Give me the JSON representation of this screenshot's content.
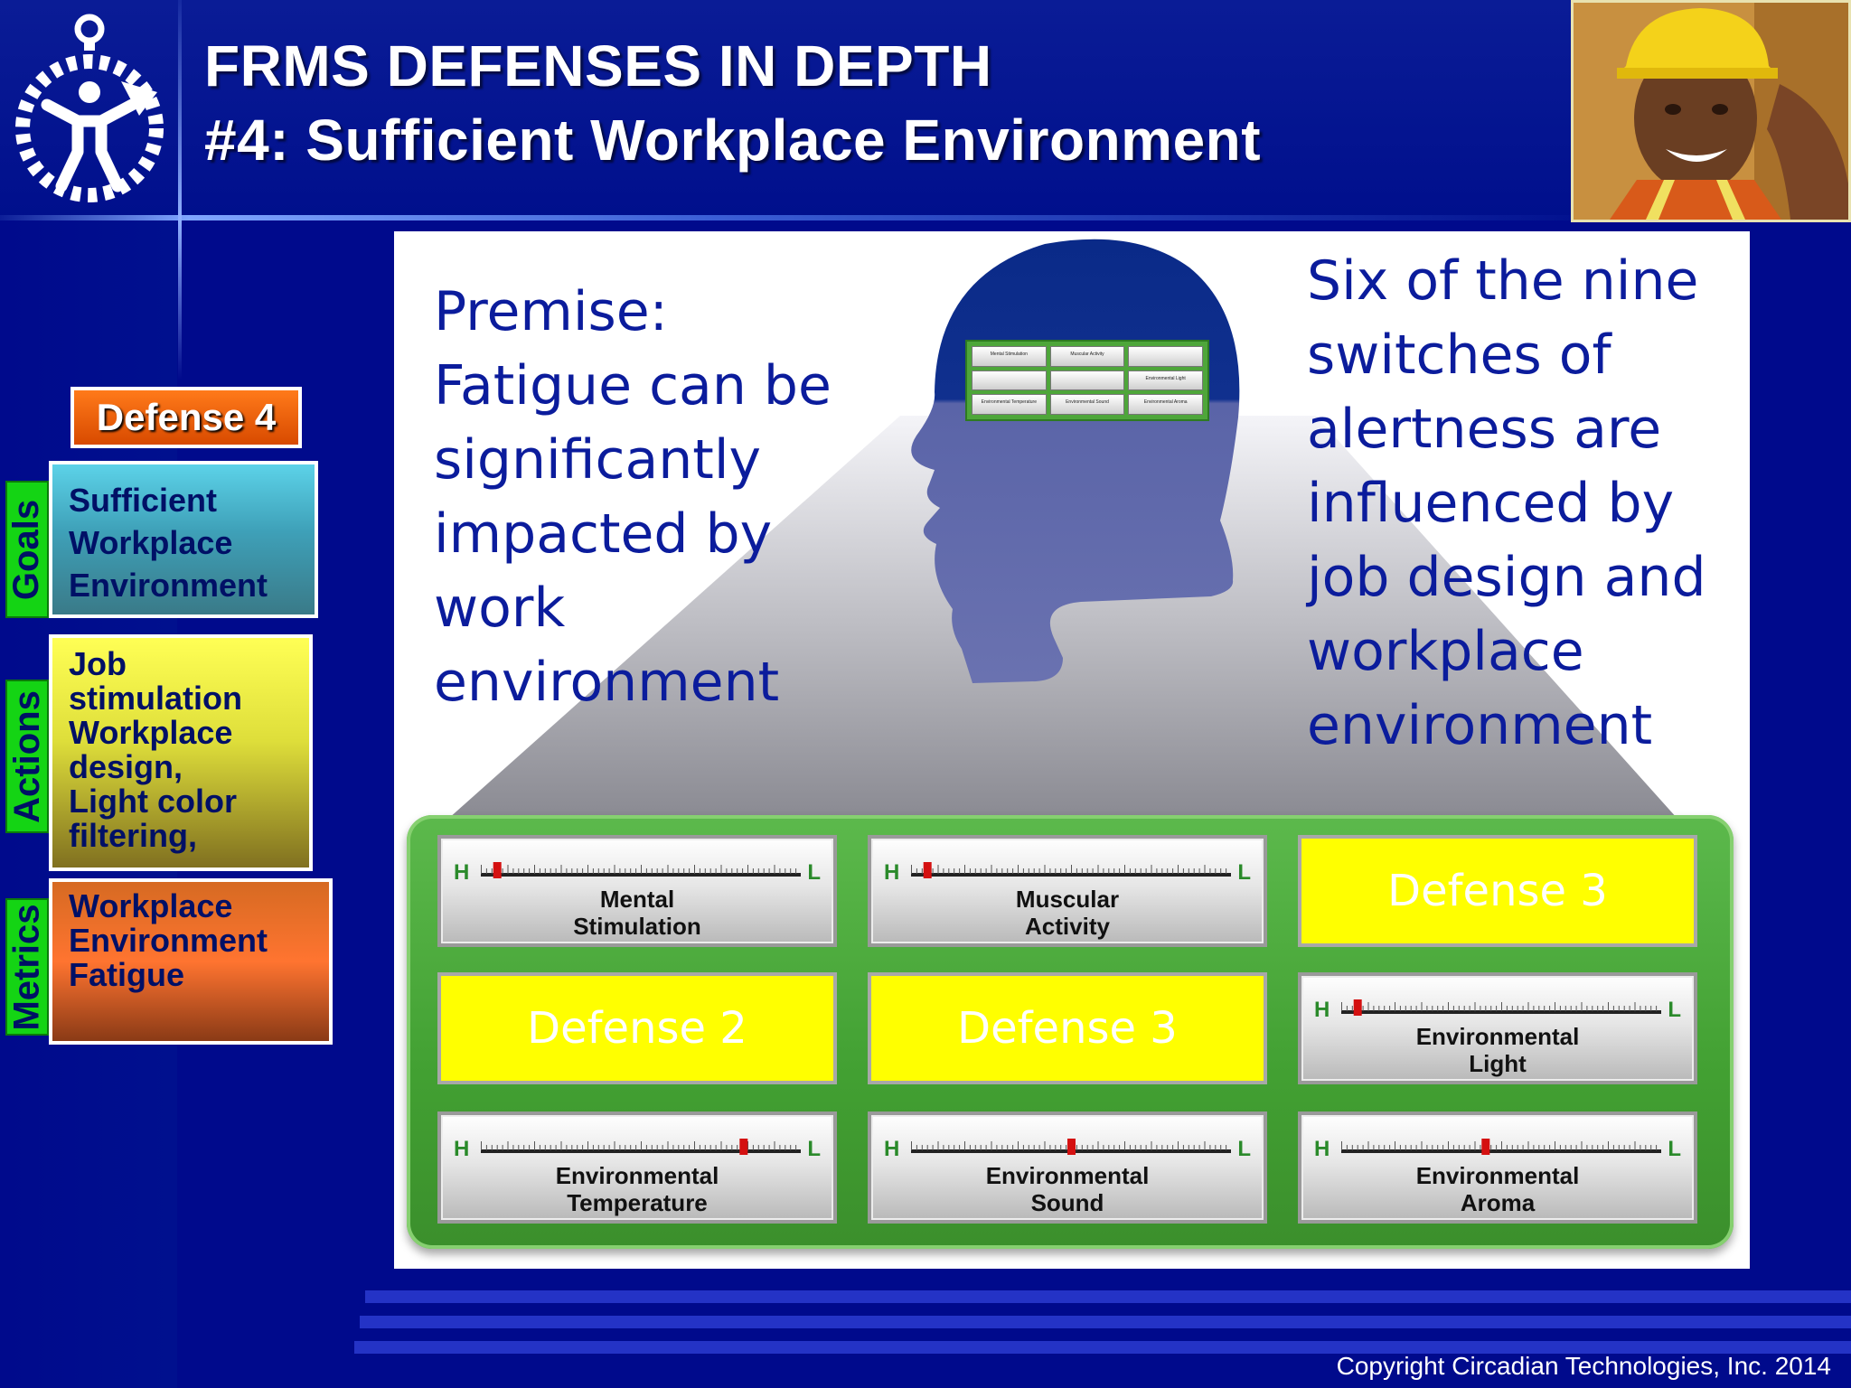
{
  "title": {
    "line1": "FRMS DEFENSES IN DEPTH",
    "line2": "#4: Sufficient Workplace Environment"
  },
  "sidebar": {
    "badge": "Defense 4",
    "goals": {
      "label": "Goals",
      "text": "Sufficient\nWorkplace\nEnvironment"
    },
    "actions": {
      "label": "Actions",
      "text": "Job\nstimulation\nWorkplace\ndesign,\nLight color\nfiltering,"
    },
    "metrics": {
      "label": "Metrics",
      "text": "Workplace\nEnvironment\nFatigue"
    }
  },
  "panel": {
    "left_text": "Premise:\nFatigue can be\nsignificantly\nimpacted by\nwork\nenvironment",
    "right_text": "Six of the nine\nswitches of\nalertness are\ninfluenced by\njob design and\nworkplace\nenvironment"
  },
  "switches": {
    "h": "H",
    "l": "L",
    "items": [
      {
        "type": "gauge",
        "label": "Mental\nStimulation",
        "level": 0.05
      },
      {
        "type": "gauge",
        "label": "Muscular\nActivity",
        "level": 0.05
      },
      {
        "type": "defense",
        "label": "Defense 3"
      },
      {
        "type": "defense",
        "label": "Defense 2"
      },
      {
        "type": "defense",
        "label": "Defense 3"
      },
      {
        "type": "gauge",
        "label": "Environmental\nLight",
        "level": 0.05
      },
      {
        "type": "gauge",
        "label": "Environmental\nTemperature",
        "level": 0.82
      },
      {
        "type": "gauge",
        "label": "Environmental\nSound",
        "level": 0.5
      },
      {
        "type": "gauge",
        "label": "Environmental\nAroma",
        "level": 0.45
      }
    ]
  },
  "copyright": "Copyright Circadian Technologies, Inc. 2014",
  "colors": {
    "background": "#000a8c",
    "switch_green": "#42a032",
    "defense_yellow": "#ffff00",
    "text_blue": "#0b1c9c"
  }
}
